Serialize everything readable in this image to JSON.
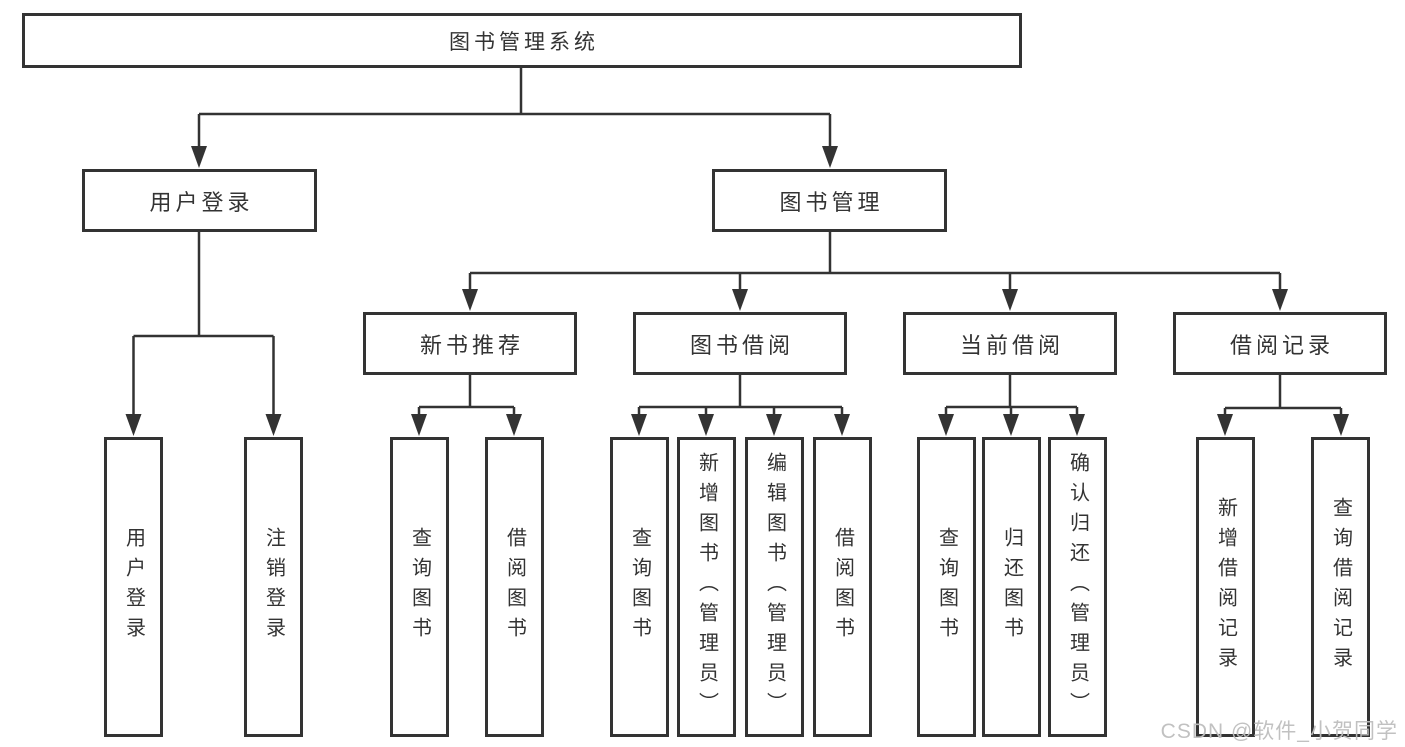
{
  "tree": {
    "root": {
      "label": "图书管理系统"
    },
    "branches": [
      {
        "label": "用户登录",
        "leaves": [
          {
            "label": "用户登录"
          },
          {
            "label": "注销登录"
          }
        ]
      },
      {
        "label": "图书管理",
        "groups": [
          {
            "label": "新书推荐",
            "leaves": [
              {
                "label": "查询图书"
              },
              {
                "label": "借阅图书"
              }
            ]
          },
          {
            "label": "图书借阅",
            "leaves": [
              {
                "label": "查询图书"
              },
              {
                "label": "新增图书（管理员）"
              },
              {
                "label": "编辑图书（管理员）"
              },
              {
                "label": "借阅图书"
              }
            ]
          },
          {
            "label": "当前借阅",
            "leaves": [
              {
                "label": "查询图书"
              },
              {
                "label": "归还图书"
              },
              {
                "label": "确认归还（管理员）"
              }
            ]
          },
          {
            "label": "借阅记录",
            "leaves": [
              {
                "label": "新增借阅记录"
              },
              {
                "label": "查询借阅记录"
              }
            ]
          }
        ]
      }
    ]
  },
  "watermark": {
    "text": "CSDN @软件_小贺同学"
  },
  "colors": {
    "line": "#333333",
    "text": "#333333",
    "watermark": "#c3c3c3",
    "background": "#ffffff"
  }
}
